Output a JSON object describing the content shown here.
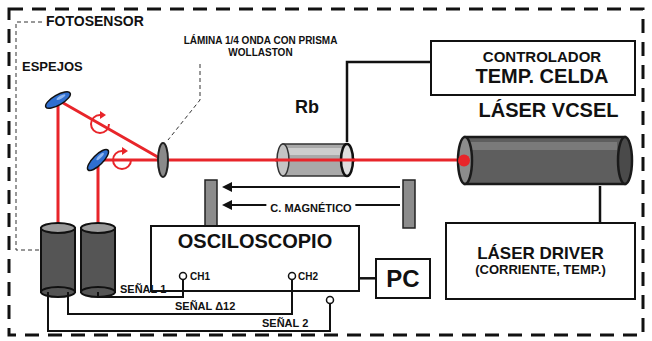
{
  "diagram": {
    "nodes": [
      {
        "text": [
          "CONTROLADOR",
          "TEMP. CELDA"
        ]
      },
      {
        "text": [
          "Rb"
        ]
      },
      {
        "text": [
          "LÁSER VCSEL"
        ]
      },
      {
        "text": [
          "OSCILOSCOPIO",
          "CH1",
          "CH2"
        ]
      },
      {
        "text": [
          "PC"
        ]
      },
      {
        "text": [
          "LÁSER DRIVER",
          "(CORRIENTE, TEMP.)"
        ]
      }
    ],
    "edges": [
      {
        "from": 0,
        "to": 1,
        "arrow": "none"
      },
      {
        "from": 2,
        "to": 5,
        "arrow": "none"
      },
      {
        "from": 3,
        "to": 4,
        "arrow": "none"
      }
    ],
    "labels": [
      "FOTOSENSOR",
      "ESPEJOS",
      "LÁMINA 1/4 ONDA CON PRISMA WOLLASTON",
      "C. MAGNÉTICO",
      "SEÑAL 1",
      "SEÑAL Δ12",
      "SEÑAL 2"
    ]
  }
}
